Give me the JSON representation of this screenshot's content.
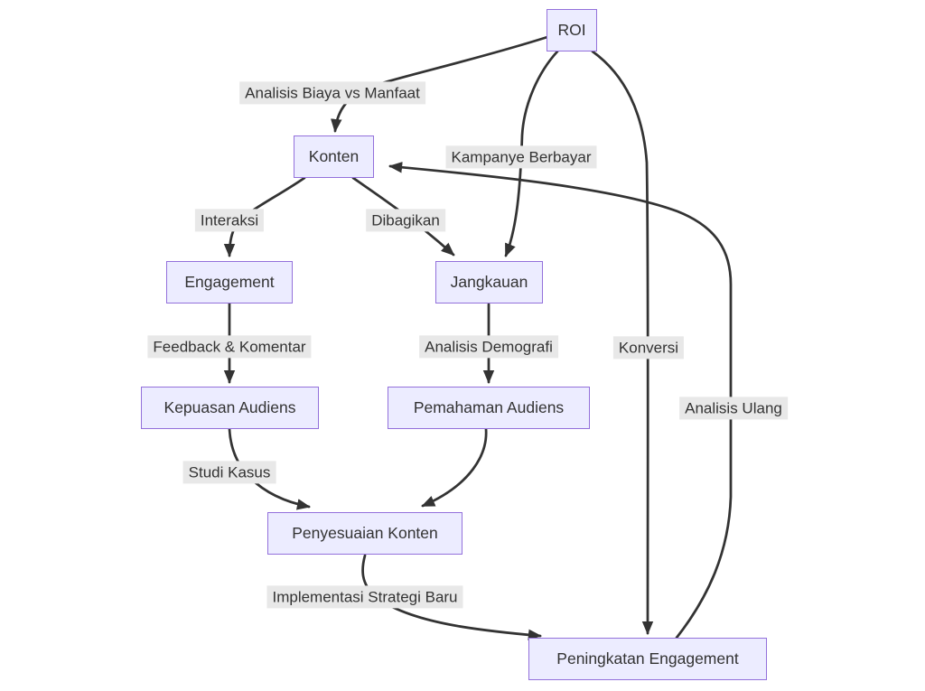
{
  "diagram": {
    "type": "flowchart",
    "direction": "top-down",
    "colors": {
      "background": "#ffffff",
      "node_fill": "#ECECFF",
      "node_border": "#9370DB",
      "edge_line": "#333333",
      "edge_label_bg": "#e8e8e8",
      "text": "#333333"
    },
    "nodes": [
      {
        "id": "roi",
        "label": "ROI"
      },
      {
        "id": "konten",
        "label": "Konten"
      },
      {
        "id": "engagement",
        "label": "Engagement"
      },
      {
        "id": "jangkauan",
        "label": "Jangkauan"
      },
      {
        "id": "kepuasan-audiens",
        "label": "Kepuasan Audiens"
      },
      {
        "id": "pemahaman-audiens",
        "label": "Pemahaman Audiens"
      },
      {
        "id": "penyesuaian-konten",
        "label": "Penyesuaian Konten"
      },
      {
        "id": "peningkatan-engagement",
        "label": "Peningkatan Engagement"
      }
    ],
    "edges": [
      {
        "from": "roi",
        "to": "konten",
        "label": "Analisis Biaya vs Manfaat"
      },
      {
        "from": "roi",
        "to": "jangkauan",
        "label": "Kampanye Berbayar"
      },
      {
        "from": "roi",
        "to": "peningkatan-engagement",
        "label": "Konversi"
      },
      {
        "from": "konten",
        "to": "engagement",
        "label": "Interaksi"
      },
      {
        "from": "konten",
        "to": "jangkauan",
        "label": "Dibagikan"
      },
      {
        "from": "engagement",
        "to": "kepuasan-audiens",
        "label": "Feedback & Komentar"
      },
      {
        "from": "jangkauan",
        "to": "pemahaman-audiens",
        "label": "Analisis Demografi"
      },
      {
        "from": "kepuasan-audiens",
        "to": "penyesuaian-konten",
        "label": "Studi Kasus"
      },
      {
        "from": "pemahaman-audiens",
        "to": "penyesuaian-konten",
        "label": ""
      },
      {
        "from": "penyesuaian-konten",
        "to": "peningkatan-engagement",
        "label": "Implementasi Strategi Baru"
      },
      {
        "from": "peningkatan-engagement",
        "to": "konten",
        "label": "Analisis Ulang"
      }
    ]
  }
}
